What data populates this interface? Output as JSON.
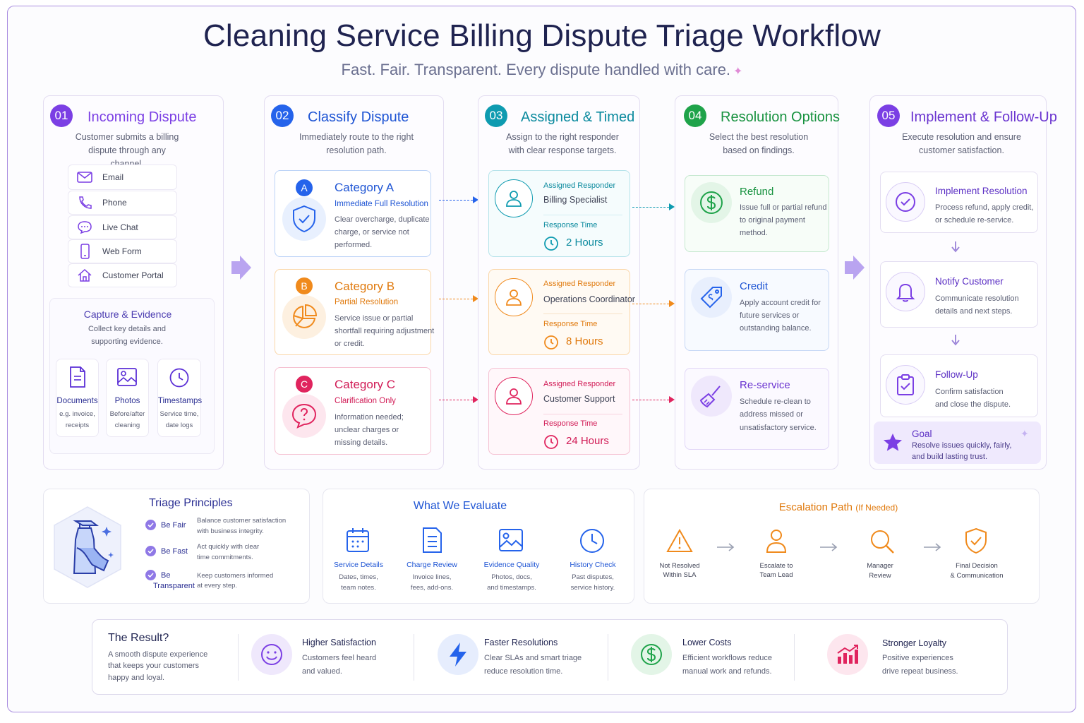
{
  "header": {
    "title": "Cleaning Service Billing Dispute Triage Workflow",
    "subtitle": "Fast. Fair. Transparent. Every dispute handled with care.",
    "spark": "✦"
  },
  "steps": [
    {
      "num": "01",
      "title": "Incoming Dispute",
      "desc": "Customer submits a billing dispute through any channel.",
      "color": "#7b3fe4"
    },
    {
      "num": "02",
      "title": "Classify Dispute",
      "desc": "Immediately route to the right resolution path.",
      "color": "#2563eb"
    },
    {
      "num": "03",
      "title": "Assigned & Timed",
      "desc": "Assign to the right responder with clear response targets.",
      "color": "#0e9bb0"
    },
    {
      "num": "04",
      "title": "Resolution Options",
      "desc": "Select the best resolution based on findings.",
      "color": "#1fa34a"
    },
    {
      "num": "05",
      "title": "Implement & Follow-Up",
      "desc": "Execute resolution and ensure customer satisfaction.",
      "color": "#7b3fe4"
    }
  ],
  "channels": [
    "Email",
    "Phone",
    "Live Chat",
    "Web Form",
    "Customer Portal"
  ],
  "capture": {
    "title": "Capture & Evidence",
    "desc": "Collect key details and supporting evidence.",
    "items": [
      {
        "label": "Documents",
        "sub1": "e.g. invoice,",
        "sub2": "receipts"
      },
      {
        "label": "Photos",
        "sub1": "Before/after",
        "sub2": "cleaning"
      },
      {
        "label": "Timestamps",
        "sub1": "Service time,",
        "sub2": "date logs"
      }
    ]
  },
  "categories": [
    {
      "letter": "A",
      "title": "Category A",
      "sub": "Immediate Full Resolution",
      "desc1": "Clear overcharge, duplicate",
      "desc2": "charge, or service not",
      "desc3": "performed.",
      "color": "#2563eb"
    },
    {
      "letter": "B",
      "title": "Category B",
      "sub": "Partial Resolution",
      "desc1": "Service issue or partial",
      "desc2": "shortfall requiring adjustment",
      "desc3": "or credit.",
      "color": "#f08a1c"
    },
    {
      "letter": "C",
      "title": "Category C",
      "sub": "Clarification Only",
      "desc1": "Information needed;",
      "desc2": "unclear charges or",
      "desc3": "missing details.",
      "color": "#e0245e"
    }
  ],
  "assignments": [
    {
      "label": "Assigned Responder",
      "responder": "Billing Specialist",
      "time_label": "Response Time",
      "time": "2 Hours",
      "color": "#0e9bb0"
    },
    {
      "label": "Assigned Responder",
      "responder": "Operations Coordinator",
      "time_label": "Response Time",
      "time": "8 Hours",
      "color": "#f08a1c"
    },
    {
      "label": "Assigned Responder",
      "responder": "Customer Support",
      "time_label": "Response Time",
      "time": "24 Hours",
      "color": "#e0245e"
    }
  ],
  "resolutions": [
    {
      "title": "Refund",
      "desc1": "Issue full or partial refund",
      "desc2": "to original payment",
      "desc3": "method.",
      "color": "#1fa34a"
    },
    {
      "title": "Credit",
      "desc1": "Apply account credit for",
      "desc2": "future services or",
      "desc3": "outstanding balance.",
      "color": "#2563eb"
    },
    {
      "title": "Re-service",
      "desc1": "Schedule re-clean to",
      "desc2": "address missed or",
      "desc3": "unsatisfactory service.",
      "color": "#7b3fe4"
    }
  ],
  "followups": [
    {
      "title": "Implement Resolution",
      "desc1": "Process refund, apply credit,",
      "desc2": "or schedule re-service."
    },
    {
      "title": "Notify Customer",
      "desc1": "Communicate resolution",
      "desc2": "details and next steps."
    },
    {
      "title": "Follow-Up",
      "desc1": "Confirm satisfaction",
      "desc2": "and close the dispute."
    }
  ],
  "goal": {
    "title": "Goal",
    "desc1": "Resolve issues quickly, fairly,",
    "desc2": "and build lasting trust."
  },
  "principles": {
    "title": "Triage Principles",
    "items": [
      {
        "name1": "Be Fair",
        "name2": "",
        "desc1": "Balance customer satisfaction",
        "desc2": "with business integrity."
      },
      {
        "name1": "Be Fast",
        "name2": "",
        "desc1": "Act quickly with clear",
        "desc2": "time commitments."
      },
      {
        "name1": "Be",
        "name2": "Transparent",
        "desc1": "Keep customers informed",
        "desc2": "at every step."
      }
    ]
  },
  "evaluate": {
    "title": "What We Evaluate",
    "items": [
      {
        "label": "Service Details",
        "sub1": "Dates, times,",
        "sub2": "team notes."
      },
      {
        "label": "Charge Review",
        "sub1": "Invoice lines,",
        "sub2": "fees, add-ons."
      },
      {
        "label": "Evidence Quality",
        "sub1": "Photos, docs,",
        "sub2": "and timestamps."
      },
      {
        "label": "History Check",
        "sub1": "Past disputes,",
        "sub2": "service history."
      }
    ]
  },
  "escalation": {
    "title": "Escalation Path",
    "title_note": "(If Needed)",
    "items": [
      {
        "l1": "Not Resolved",
        "l2": "Within SLA"
      },
      {
        "l1": "Escalate to",
        "l2": "Team Lead"
      },
      {
        "l1": "Manager",
        "l2": "Review"
      },
      {
        "l1": "Final Decision",
        "l2": "& Communication"
      }
    ]
  },
  "result": {
    "title": "The Result?",
    "desc1": "A smooth dispute experience",
    "desc2": "that keeps your customers",
    "desc3": "happy and loyal.",
    "items": [
      {
        "title": "Higher Satisfaction",
        "desc1": "Customers feel heard",
        "desc2": "and valued."
      },
      {
        "title": "Faster Resolutions",
        "desc1": "Clear SLAs and smart triage",
        "desc2": "reduce resolution time."
      },
      {
        "title": "Lower Costs",
        "desc1": "Efficient workflows reduce",
        "desc2": "manual work and refunds."
      },
      {
        "title": "Stronger Loyalty",
        "desc1": "Positive experiences",
        "desc2": "drive repeat business."
      }
    ]
  },
  "icons": [
    "mail-icon",
    "phone-icon",
    "chat-icon",
    "mobile-icon",
    "home-icon",
    "document-icon",
    "image-icon",
    "clock-icon",
    "shield-check-icon",
    "pie-chart-icon",
    "question-icon",
    "user-icon",
    "dollar-icon",
    "tag-icon",
    "broom-icon",
    "check-circle-icon",
    "bell-icon",
    "clipboard-check-icon",
    "star-icon",
    "calendar-icon",
    "alert-triangle-icon",
    "search-icon",
    "shield-icon",
    "smile-icon",
    "lightning-icon",
    "bar-chart-icon",
    "spray-bottle-icon"
  ]
}
